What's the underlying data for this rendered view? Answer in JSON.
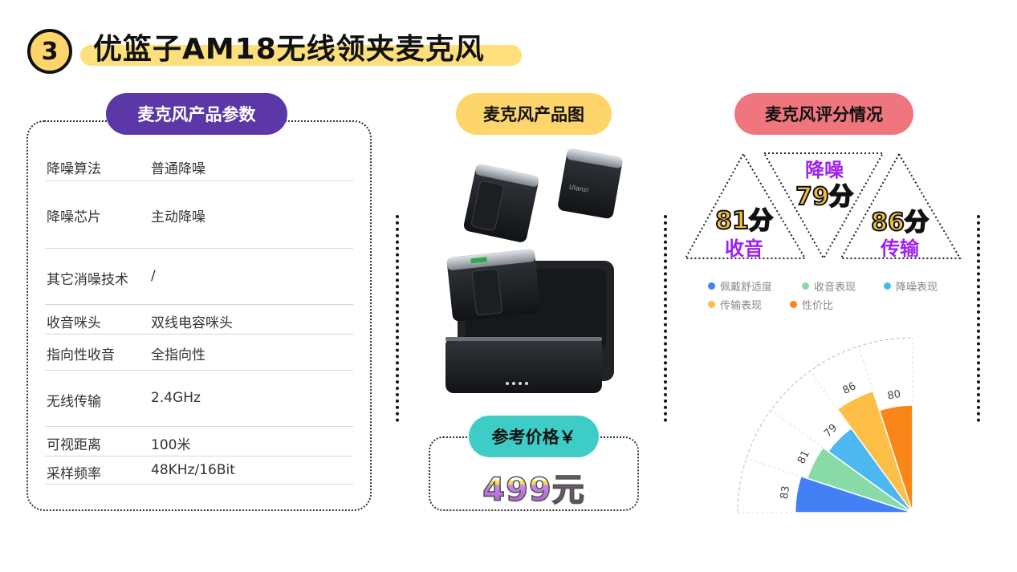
{
  "title": {
    "number": "3",
    "text": "优篮子AM18无线领夹麦克风"
  },
  "params_section": {
    "heading": "麦克风产品参数",
    "rows": [
      {
        "key": "降噪算法",
        "value": "普通降噪"
      },
      {
        "key": "降噪芯片",
        "value": "主动降噪"
      },
      {
        "key": "其它消噪技术",
        "value": "/"
      },
      {
        "key": "收音咪头",
        "value": "双线电容咪头"
      },
      {
        "key": "指向性收音",
        "value": "全指向性"
      },
      {
        "key": "无线传输",
        "value": "2.4GHz"
      },
      {
        "key": "可视距离",
        "value": "100米"
      },
      {
        "key": "采样频率",
        "value": "48KHz/16Bit"
      }
    ]
  },
  "product_section": {
    "heading": "麦克风产品图",
    "image_alt": "麦克风产品图",
    "price_label": "参考价格￥",
    "price_value": "499元"
  },
  "score_section": {
    "heading": "麦克风评分情况",
    "triangles": [
      {
        "label": "收音",
        "score": "81分"
      },
      {
        "label": "降噪",
        "score": "79分"
      },
      {
        "label": "传输",
        "score": "86分"
      }
    ]
  },
  "chart_data": {
    "type": "pie",
    "subtype": "rose-quarter",
    "title": "",
    "legend_position": "top",
    "categories": [
      "佩戴舒适度",
      "收音表现",
      "降噪表现",
      "传输表现",
      "性价比"
    ],
    "values": [
      83,
      81,
      79,
      86,
      80
    ],
    "colors": [
      "#4181f5",
      "#88dba6",
      "#4db7ef",
      "#fdbf46",
      "#fb8618"
    ],
    "grid": true
  }
}
